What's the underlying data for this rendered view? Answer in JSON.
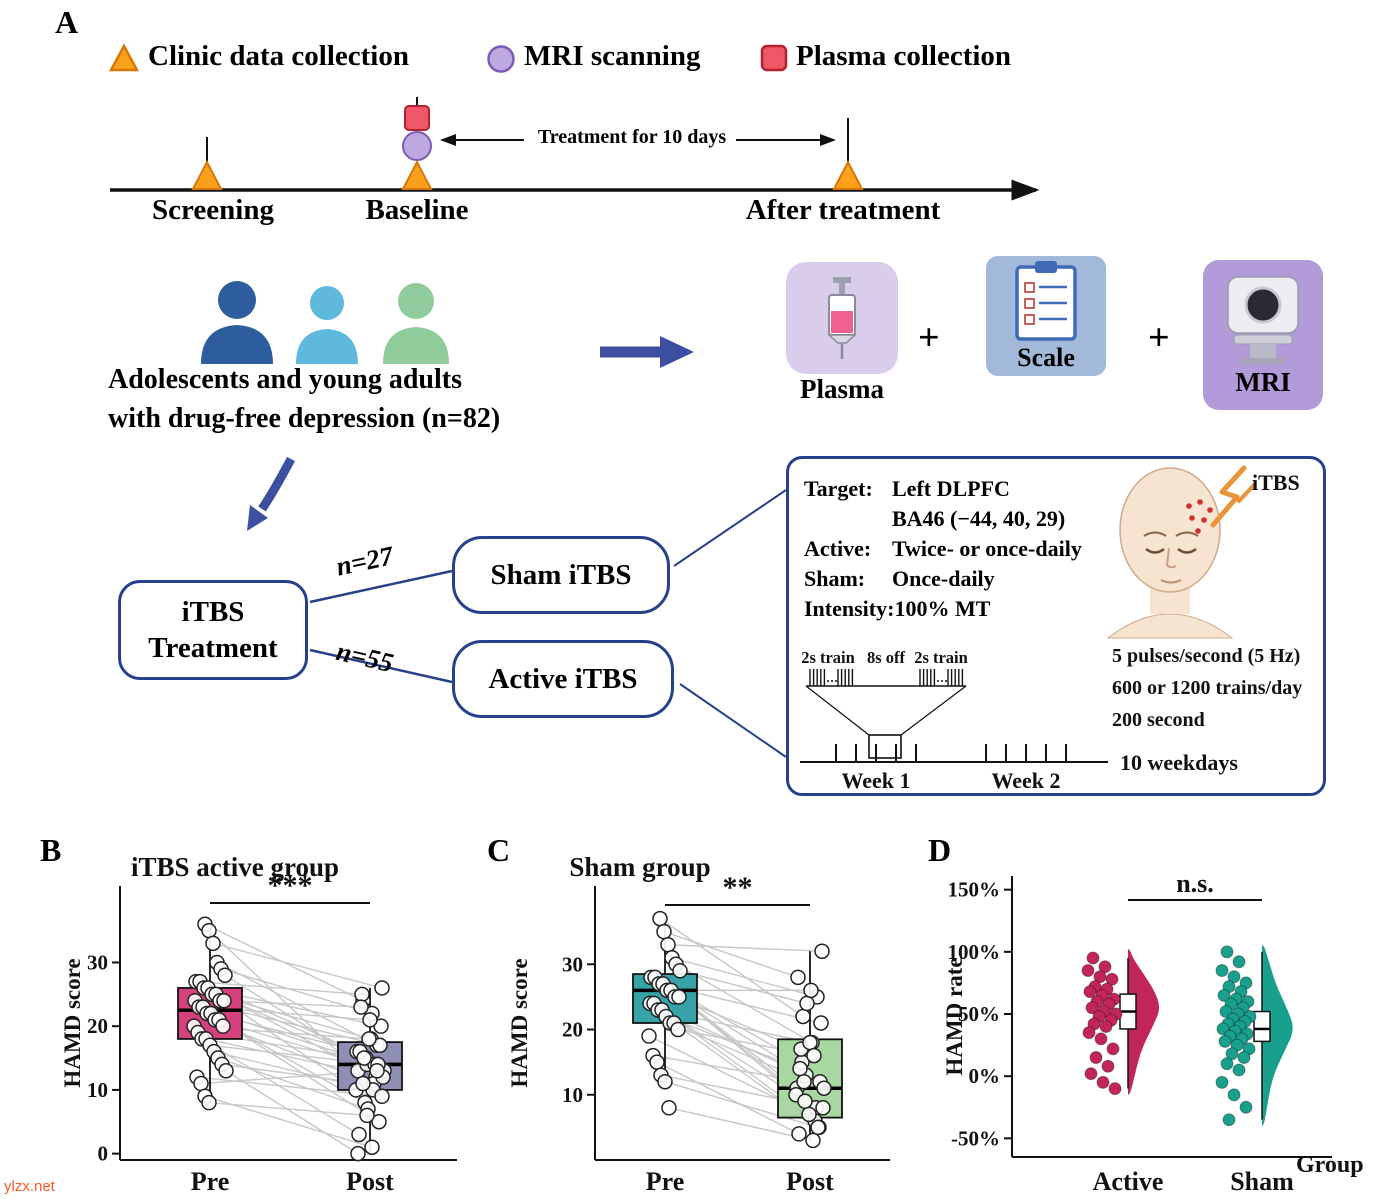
{
  "panelA": {
    "label": "A",
    "legend": [
      {
        "icon": "triangle-icon",
        "color": "#f9a11b",
        "label": "Clinic data collection"
      },
      {
        "icon": "circle-icon",
        "color": "#bda8e0",
        "label": "MRI scanning"
      },
      {
        "icon": "square-icon",
        "color": "#ef5766",
        "label": "Plasma collection"
      }
    ],
    "timeline": {
      "treatment_label": "Treatment for 10 days",
      "points": [
        "Screening",
        "Baseline",
        "After treatment"
      ]
    },
    "population_line1": "Adolescents and young adults",
    "population_line2": "with drug-free depression (n=82)",
    "plus": "+",
    "assessments": [
      {
        "label": "Plasma",
        "icon": "syringe-icon"
      },
      {
        "label": "Scale",
        "icon": "clipboard-icon"
      },
      {
        "label": "MRI",
        "icon": "mri-scanner-icon"
      }
    ],
    "treatment_box_line1": "iTBS",
    "treatment_box_line2": "Treatment",
    "branches": [
      {
        "n": "n=27",
        "label": "Sham iTBS"
      },
      {
        "n": "n=55",
        "label": "Active iTBS"
      }
    ],
    "protocol": {
      "rows": [
        {
          "key": "Target:",
          "value": "Left DLPFC"
        },
        {
          "key": "",
          "value": "BA46 (−44, 40, 29)"
        },
        {
          "key": "Active:",
          "value": "Twice- or once-daily"
        },
        {
          "key": "Sham:",
          "value": "Once-daily"
        },
        {
          "key": "Intensity:",
          "value": "100% MT"
        }
      ],
      "itbs_label": "iTBS",
      "train_labels": [
        "2s train",
        "8s off",
        "2s train"
      ],
      "params": [
        "5 pulses/second (5 Hz)",
        "600 or 1200 trains/day",
        "200 second"
      ],
      "weeks": [
        "Week 1",
        "Week 2"
      ],
      "weekdays": "10 weekdays"
    },
    "accent_blue": "#27408b",
    "arrow_blue": "#3d4fa1"
  },
  "chart_data": [
    {
      "id": "panelB",
      "type": "paired-box",
      "panel_label": "B",
      "title": "iTBS active group",
      "ylabel": "HAMD score",
      "yticks": [
        0,
        10,
        20,
        30
      ],
      "ytick_labels": [
        "0",
        "10",
        "20",
        "30"
      ],
      "ylim": [
        -1,
        42
      ],
      "categories": [
        "Pre",
        "Post"
      ],
      "significance": "***",
      "boxes": [
        {
          "label": "Pre",
          "color": "#d4417c",
          "q1": 18,
          "median": 22.5,
          "q3": 26,
          "whisker_low": 8,
          "whisker_high": 36
        },
        {
          "label": "Post",
          "color": "#8d8fb5",
          "q1": 10,
          "median": 14,
          "q3": 17.5,
          "whisker_low": 0,
          "whisker_high": 26
        }
      ],
      "pairs": [
        [
          36,
          24
        ],
        [
          35,
          13
        ],
        [
          33,
          26
        ],
        [
          30,
          17
        ],
        [
          29,
          22
        ],
        [
          28,
          14
        ],
        [
          27,
          25
        ],
        [
          27,
          16
        ],
        [
          26,
          20
        ],
        [
          26,
          12
        ],
        [
          25,
          18
        ],
        [
          25,
          15
        ],
        [
          24,
          23
        ],
        [
          24,
          10
        ],
        [
          24,
          17
        ],
        [
          23,
          14
        ],
        [
          23,
          21
        ],
        [
          22,
          8
        ],
        [
          22,
          16
        ],
        [
          21,
          13
        ],
        [
          21,
          5
        ],
        [
          20,
          11
        ],
        [
          20,
          18
        ],
        [
          19,
          15
        ],
        [
          18,
          3
        ],
        [
          18,
          12
        ],
        [
          17,
          14
        ],
        [
          16,
          10
        ],
        [
          15,
          7
        ],
        [
          14,
          11
        ],
        [
          13,
          0
        ],
        [
          12,
          9
        ],
        [
          11,
          13
        ],
        [
          9,
          1
        ],
        [
          8,
          6
        ]
      ]
    },
    {
      "id": "panelC",
      "type": "paired-box",
      "panel_label": "C",
      "title": "Sham group",
      "ylabel": "HAMD score",
      "yticks": [
        10,
        20,
        30
      ],
      "ytick_labels": [
        "10",
        "20",
        "30"
      ],
      "ylim": [
        0,
        42
      ],
      "categories": [
        "Pre",
        "Post"
      ],
      "significance": "**",
      "boxes": [
        {
          "label": "Pre",
          "color": "#35a3a8",
          "q1": 21,
          "median": 26,
          "q3": 28.5,
          "whisker_low": 12,
          "whisker_high": 37
        },
        {
          "label": "Post",
          "color": "#a9d7a2",
          "q1": 6.5,
          "median": 11,
          "q3": 18.5,
          "whisker_low": 3,
          "whisker_high": 32
        }
      ],
      "pairs": [
        [
          37,
          22
        ],
        [
          35,
          28
        ],
        [
          33,
          32
        ],
        [
          31,
          25
        ],
        [
          30,
          18
        ],
        [
          29,
          24
        ],
        [
          28,
          15
        ],
        [
          28,
          11
        ],
        [
          27,
          21
        ],
        [
          27,
          8
        ],
        [
          26,
          26
        ],
        [
          26,
          13
        ],
        [
          25,
          17
        ],
        [
          25,
          10
        ],
        [
          24,
          12
        ],
        [
          24,
          6
        ],
        [
          23,
          18
        ],
        [
          23,
          9
        ],
        [
          22,
          14
        ],
        [
          21,
          11
        ],
        [
          21,
          5
        ],
        [
          20,
          16
        ],
        [
          19,
          7
        ],
        [
          16,
          12
        ],
        [
          15,
          4
        ],
        [
          13,
          8
        ],
        [
          12,
          5
        ],
        [
          8,
          3
        ]
      ]
    },
    {
      "id": "panelD",
      "type": "half-violin",
      "panel_label": "D",
      "title": "",
      "ylabel": "HAMD rate",
      "xlabel": "Group",
      "significance": "n.s.",
      "yticks": [
        150,
        100,
        50,
        0,
        -50
      ],
      "ytick_labels": [
        "150%",
        "100%",
        "50%",
        "0%",
        "-50%"
      ],
      "ylim": [
        -65,
        161
      ],
      "groups": [
        {
          "label": "Active",
          "color": "#c2255c",
          "box": {
            "q1": 38,
            "median": 52,
            "q3": 66,
            "whisker_low": -10,
            "whisker_high": 95
          },
          "points": [
            95,
            88,
            85,
            80,
            78,
            72,
            70,
            68,
            65,
            62,
            60,
            58,
            55,
            52,
            50,
            48,
            45,
            42,
            40,
            35,
            30,
            22,
            15,
            8,
            2,
            -5,
            -10
          ],
          "profile": [
            [
              -15,
              0.06
            ],
            [
              0,
              0.2
            ],
            [
              20,
              0.38
            ],
            [
              40,
              0.75
            ],
            [
              55,
              1
            ],
            [
              70,
              0.78
            ],
            [
              85,
              0.4
            ],
            [
              95,
              0.15
            ],
            [
              102,
              0.05
            ]
          ]
        },
        {
          "label": "Sham",
          "color": "#18a08c",
          "box": {
            "q1": 28,
            "median": 38,
            "q3": 52,
            "whisker_low": -35,
            "whisker_high": 100
          },
          "points": [
            100,
            92,
            85,
            80,
            75,
            72,
            68,
            65,
            62,
            60,
            58,
            55,
            52,
            50,
            48,
            46,
            44,
            42,
            40,
            38,
            36,
            34,
            32,
            30,
            28,
            25,
            22,
            18,
            15,
            10,
            5,
            -5,
            -15,
            -25,
            -35
          ],
          "profile": [
            [
              -40,
              0.06
            ],
            [
              -20,
              0.18
            ],
            [
              0,
              0.33
            ],
            [
              20,
              0.68
            ],
            [
              38,
              1
            ],
            [
              55,
              0.75
            ],
            [
              75,
              0.4
            ],
            [
              95,
              0.18
            ],
            [
              105,
              0.06
            ]
          ]
        }
      ]
    }
  ],
  "watermark": "ylzx.net"
}
